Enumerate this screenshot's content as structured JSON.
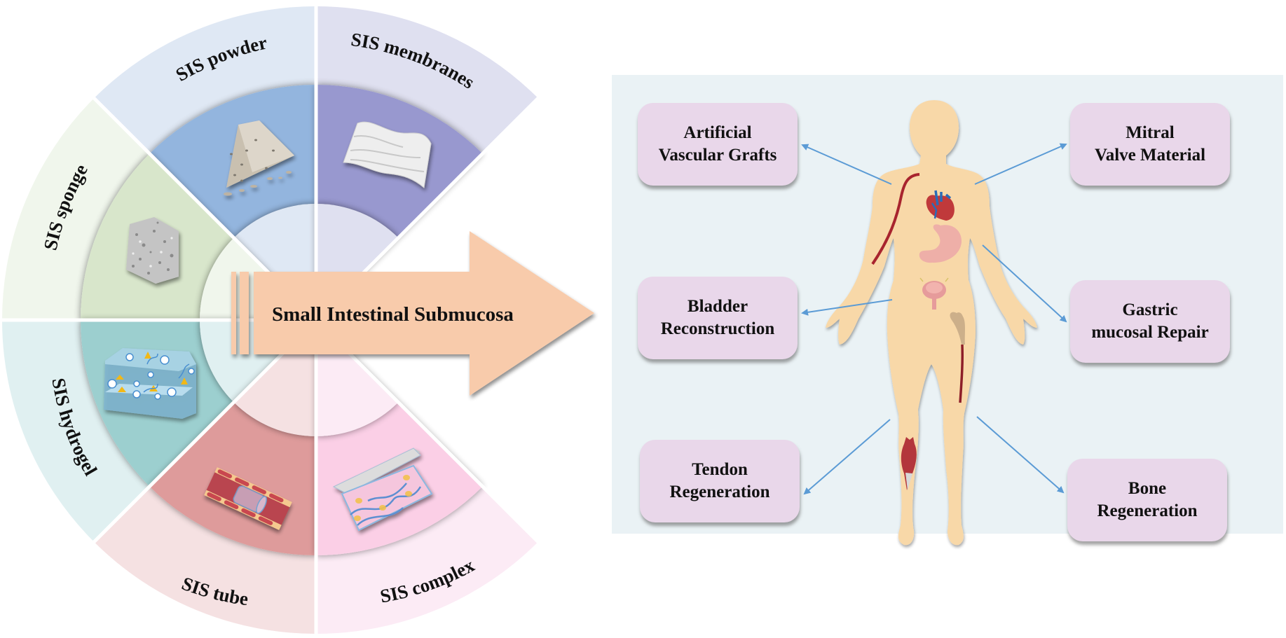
{
  "title": "Small Intestinal Submucosa",
  "forms": [
    {
      "id": "powder",
      "label": "SIS powder",
      "outer_color": "#dfe8f4",
      "mid_color": "#93b5de",
      "inner_color": "#dfe8f4",
      "icon": "powder-pile-icon"
    },
    {
      "id": "membranes",
      "label": "SIS membranes",
      "outer_color": "#dfe0f0",
      "mid_color": "#9898cf",
      "inner_color": "#dfe0f0",
      "icon": "membrane-sheet-icon"
    },
    {
      "id": "sponge",
      "label": "SIS sponge",
      "outer_color": "#f0f6ec",
      "mid_color": "#d8e6cb",
      "inner_color": "#f0f6ec",
      "icon": "sponge-block-icon"
    },
    {
      "id": "hydrogel",
      "label": "SIS hydrogel",
      "outer_color": "#e0f0f1",
      "mid_color": "#9ccfcf",
      "inner_color": "#e0f0f1",
      "icon": "hydrogel-block-icon"
    },
    {
      "id": "tube",
      "label": "SIS tube",
      "outer_color": "#f5e1e2",
      "mid_color": "#de9b9b",
      "inner_color": "#f5e1e2",
      "icon": "vessel-tube-icon"
    },
    {
      "id": "complex",
      "label": "SIS complex",
      "outer_color": "#fcebf5",
      "mid_color": "#fbcfe6",
      "inner_color": "#fcebf5",
      "icon": "composite-scaffold-icon"
    }
  ],
  "arrow": {
    "label": "Small Intestinal Submucosa",
    "color": "#f8cbab"
  },
  "applications": [
    {
      "id": "vascular",
      "label": "Artificial\nVascular Grafts"
    },
    {
      "id": "mitral",
      "label": "Mitral\nValve Material"
    },
    {
      "id": "bladder",
      "label": "Bladder\nReconstruction"
    },
    {
      "id": "gastric",
      "label": "Gastric\nmucosal Repair"
    },
    {
      "id": "tendon",
      "label": "Tendon\nRegeneration"
    },
    {
      "id": "bone",
      "label": "Bone\nRegeneration"
    }
  ],
  "colors": {
    "panel_bg": "#eaf2f5",
    "box_fill": "#e9d7ea",
    "connector": "#5b9bd5",
    "body_skin": "#f8d8a8"
  }
}
